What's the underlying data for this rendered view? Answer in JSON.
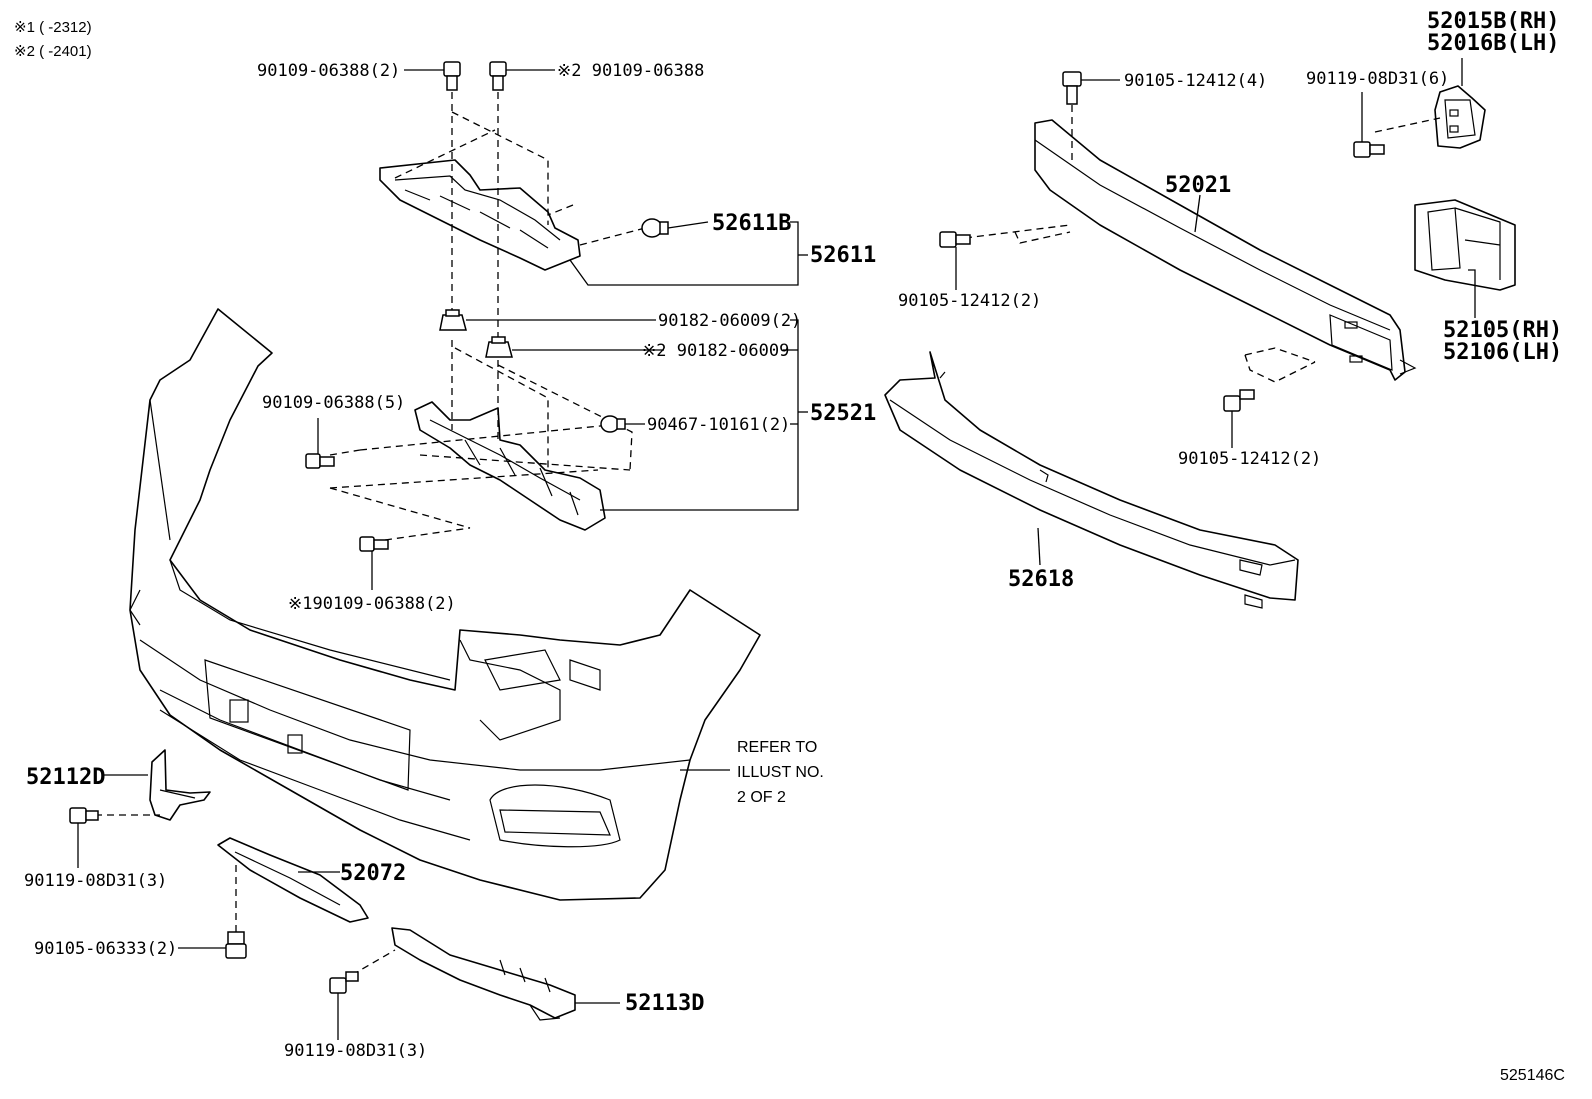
{
  "legend": {
    "note1": "※1 (      -2312)",
    "note2": "※2 (      -2401)"
  },
  "labels": {
    "l_90109_06388_2": "90109-06388(2)",
    "l_n2_90109_06388": "※2 90109-06388",
    "l_52611B": "52611B",
    "l_52611": "52611",
    "l_90182_06009_2": "90182-06009(2)",
    "l_n2_90182_06009": "※2 90182-06009",
    "l_90109_06388_5": "90109-06388(5)",
    "l_90467_10161_2": "90467-10161(2)",
    "l_52521": "52521",
    "l_n1_90109_06388_2": "※190109-06388(2)",
    "l_90105_12412_4": "90105-12412(4)",
    "l_90119_08D31_6": "90119-08D31(6)",
    "l_52015B": "52015B(RH)",
    "l_52016B": "52016B(LH)",
    "l_52021": "52021",
    "l_90105_12412_2a": "90105-12412(2)",
    "l_52105": "52105(RH)",
    "l_52106": "52106(LH)",
    "l_90105_12412_2b": "90105-12412(2)",
    "l_52618": "52618",
    "l_52112D": "52112D",
    "l_90119_08D31_3a": "90119-08D31(3)",
    "l_52072": "52072",
    "l_90105_06333_2": "90105-06333(2)",
    "l_90119_08D31_3b": "90119-08D31(3)",
    "l_52113D": "52113D",
    "refer1": "REFER TO",
    "refer2": "ILLUST NO.",
    "refer3": "2 OF 2",
    "code": "525146C"
  }
}
